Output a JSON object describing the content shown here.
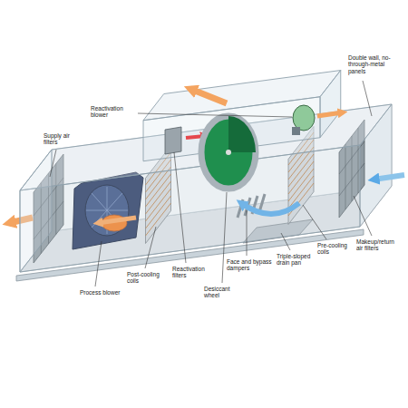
{
  "diagram": {
    "labels": [
      "Reactivation blower",
      "Supply air filters",
      "Double wall, no-through-metal panels",
      "Post-cooling coils",
      "Reactivation filters",
      "Face and bypass dampers",
      "Triple-sloped drain pan",
      "Pre-cooling coils",
      "Makeup/return air filters",
      "Process blower",
      "Desiccant wheel"
    ]
  }
}
